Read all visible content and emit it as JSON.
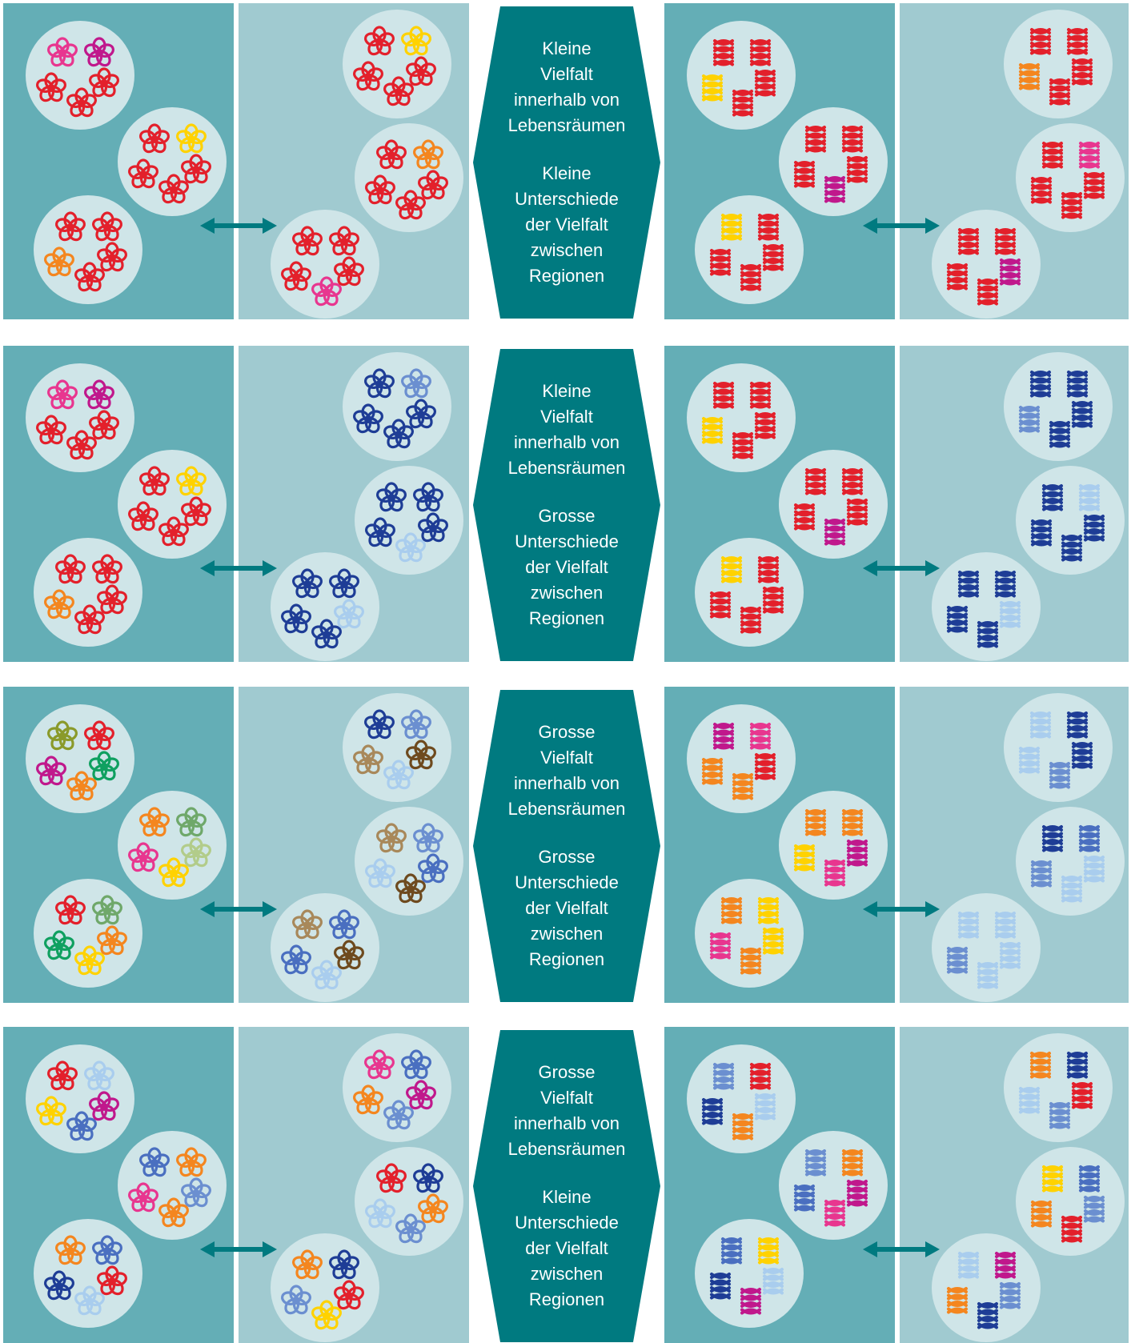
{
  "colors": {
    "panel_dark": "#64aeb6",
    "panel_light": "#a0cad0",
    "habitat_circle": "#cfe5e8",
    "hexagon": "#007a80",
    "arrow": "#007a80",
    "text": "#ffffff",
    "red": "#e3202b",
    "pink": "#e8368f",
    "magenta": "#c0188c",
    "yellow": "#ffd200",
    "orange": "#f4861f",
    "navy": "#1e3d96",
    "blue": "#4a6fc0",
    "mid_blue": "#6b8fd0",
    "light_blue": "#a9cdee",
    "olive": "#8a9a2a",
    "green": "#0fa060",
    "sage": "#6fa86a",
    "pale_green": "#b2cc8a",
    "tan": "#a8885a",
    "brown": "#6e4a1e"
  },
  "icons": {
    "flower": "flower-icon",
    "helix": "helix-icon",
    "arrow": "double-arrow-icon"
  },
  "rows": [
    {
      "name": "low-alpha-low-beta",
      "within_habitat_diversity": "low",
      "between_region_differences": "low",
      "label_lines": [
        "Kleine",
        "Vielfalt",
        "innerhalb von",
        "Lebensräumen",
        "",
        "Kleine",
        "Unterschiede",
        "der Vielfalt",
        "zwischen",
        "Regionen"
      ],
      "flowers_left": [
        [
          "pink",
          "magenta",
          "red",
          "red",
          "red"
        ],
        [
          "red",
          "yellow",
          "red",
          "red",
          "red"
        ],
        [
          "red",
          "red",
          "orange",
          "red",
          "red"
        ]
      ],
      "flowers_right": [
        [
          "red",
          "yellow",
          "red",
          "red",
          "red"
        ],
        [
          "red",
          "orange",
          "red",
          "red",
          "red"
        ],
        [
          "red",
          "red",
          "red",
          "pink",
          "red"
        ]
      ],
      "helix_left": [
        [
          "red",
          "red",
          "yellow",
          "red",
          "red"
        ],
        [
          "red",
          "red",
          "red",
          "magenta",
          "red"
        ],
        [
          "yellow",
          "red",
          "red",
          "red",
          "red"
        ]
      ],
      "helix_right": [
        [
          "red",
          "red",
          "orange",
          "red",
          "red"
        ],
        [
          "red",
          "pink",
          "red",
          "red",
          "red"
        ],
        [
          "red",
          "red",
          "red",
          "red",
          "magenta"
        ]
      ]
    },
    {
      "name": "low-alpha-high-beta",
      "within_habitat_diversity": "low",
      "between_region_differences": "high",
      "label_lines": [
        "Kleine",
        "Vielfalt",
        "innerhalb von",
        "Lebensräumen",
        "",
        "Grosse",
        "Unterschiede",
        "der Vielfalt",
        "zwischen",
        "Regionen"
      ],
      "flowers_left": [
        [
          "pink",
          "magenta",
          "red",
          "red",
          "red"
        ],
        [
          "red",
          "yellow",
          "red",
          "red",
          "red"
        ],
        [
          "red",
          "red",
          "orange",
          "red",
          "red"
        ]
      ],
      "flowers_right": [
        [
          "navy",
          "mid_blue",
          "navy",
          "navy",
          "navy"
        ],
        [
          "navy",
          "navy",
          "navy",
          "light_blue",
          "navy"
        ],
        [
          "navy",
          "navy",
          "navy",
          "navy",
          "light_blue"
        ]
      ],
      "helix_left": [
        [
          "red",
          "red",
          "yellow",
          "red",
          "red"
        ],
        [
          "red",
          "red",
          "red",
          "magenta",
          "red"
        ],
        [
          "yellow",
          "red",
          "red",
          "red",
          "red"
        ]
      ],
      "helix_right": [
        [
          "navy",
          "navy",
          "mid_blue",
          "navy",
          "navy"
        ],
        [
          "navy",
          "light_blue",
          "navy",
          "navy",
          "navy"
        ],
        [
          "navy",
          "navy",
          "navy",
          "navy",
          "light_blue"
        ]
      ]
    },
    {
      "name": "high-alpha-high-beta",
      "within_habitat_diversity": "high",
      "between_region_differences": "high",
      "label_lines": [
        "Grosse",
        "Vielfalt",
        "innerhalb von",
        "Lebensräumen",
        "",
        "Grosse",
        "Unterschiede",
        "der Vielfalt",
        "zwischen",
        "Regionen"
      ],
      "flowers_left": [
        [
          "olive",
          "red",
          "magenta",
          "orange",
          "green"
        ],
        [
          "orange",
          "sage",
          "pink",
          "yellow",
          "pale_green"
        ],
        [
          "red",
          "sage",
          "green",
          "yellow",
          "orange"
        ]
      ],
      "flowers_right": [
        [
          "navy",
          "mid_blue",
          "tan",
          "light_blue",
          "brown"
        ],
        [
          "tan",
          "mid_blue",
          "light_blue",
          "brown",
          "blue"
        ],
        [
          "tan",
          "blue",
          "blue",
          "light_blue",
          "brown"
        ]
      ],
      "helix_left": [
        [
          "magenta",
          "pink",
          "orange",
          "orange",
          "red"
        ],
        [
          "orange",
          "orange",
          "yellow",
          "pink",
          "magenta"
        ],
        [
          "orange",
          "yellow",
          "pink",
          "orange",
          "yellow"
        ]
      ],
      "helix_right": [
        [
          "light_blue",
          "navy",
          "light_blue",
          "mid_blue",
          "navy"
        ],
        [
          "navy",
          "blue",
          "mid_blue",
          "light_blue",
          "light_blue"
        ],
        [
          "light_blue",
          "light_blue",
          "mid_blue",
          "light_blue",
          "light_blue"
        ]
      ]
    },
    {
      "name": "high-alpha-low-beta",
      "within_habitat_diversity": "high",
      "between_region_differences": "low",
      "label_lines": [
        "Grosse",
        "Vielfalt",
        "innerhalb von",
        "Lebensräumen",
        "",
        "Kleine",
        "Unterschiede",
        "der Vielfalt",
        "zwischen",
        "Regionen"
      ],
      "flowers_left": [
        [
          "red",
          "light_blue",
          "yellow",
          "blue",
          "magenta"
        ],
        [
          "blue",
          "orange",
          "pink",
          "orange",
          "mid_blue"
        ],
        [
          "orange",
          "blue",
          "navy",
          "light_blue",
          "red"
        ]
      ],
      "flowers_right": [
        [
          "pink",
          "blue",
          "orange",
          "mid_blue",
          "magenta"
        ],
        [
          "red",
          "navy",
          "light_blue",
          "mid_blue",
          "orange"
        ],
        [
          "orange",
          "navy",
          "mid_blue",
          "yellow",
          "red"
        ]
      ],
      "helix_left": [
        [
          "mid_blue",
          "red",
          "navy",
          "orange",
          "light_blue"
        ],
        [
          "mid_blue",
          "orange",
          "blue",
          "pink",
          "magenta"
        ],
        [
          "blue",
          "yellow",
          "navy",
          "magenta",
          "light_blue"
        ]
      ],
      "helix_right": [
        [
          "orange",
          "navy",
          "light_blue",
          "mid_blue",
          "red"
        ],
        [
          "yellow",
          "blue",
          "orange",
          "red",
          "mid_blue"
        ],
        [
          "light_blue",
          "magenta",
          "orange",
          "navy",
          "mid_blue"
        ]
      ]
    }
  ]
}
